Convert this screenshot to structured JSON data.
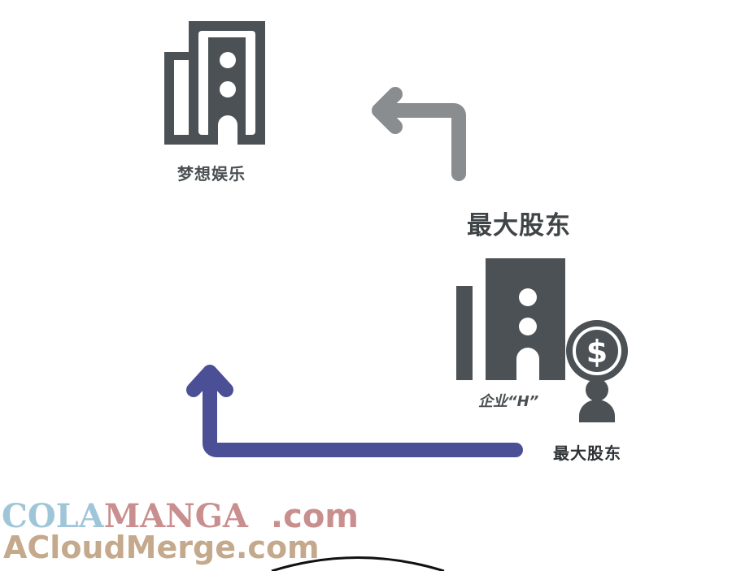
{
  "labels": {
    "dream_entertainment": "梦想娱乐",
    "major_shareholder_title": "最大股东",
    "company_h": "企业“H”",
    "major_shareholder_caption": "最大股东"
  },
  "watermark": {
    "cola": "COLA",
    "manga": "MANGA",
    "dotcom1": ".com",
    "acloudmerge": "ACloudMerge.com"
  },
  "icons": {
    "dream_building": "building-icon",
    "company_building": "building-icon",
    "shareholder_dollar": "dollar-coin-icon",
    "shareholder_person": "person-icon"
  },
  "colors": {
    "building": "#4b5154",
    "arrow_gray": "#8a8d8f",
    "arrow_blue": "#4a4f96",
    "watermark_cola": "#9fc6d8",
    "watermark_manga": "#c98e8e",
    "watermark_acloud": "#c4a98c"
  }
}
